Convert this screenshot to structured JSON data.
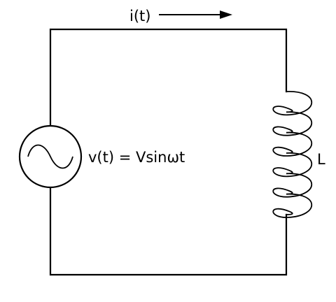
{
  "diagram": {
    "current_label": "i(t)",
    "source_label": "v(t) = Vsinωt",
    "inductor_label": "L",
    "inductor_loops": 6
  }
}
